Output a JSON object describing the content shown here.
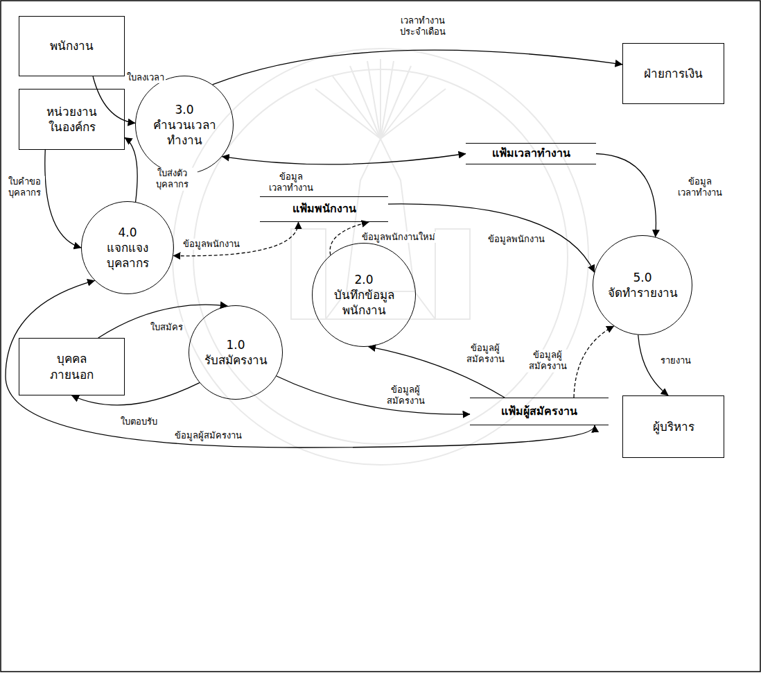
{
  "diagram": {
    "nodes": [
      {
        "text": [
          "พนักงาน"
        ]
      },
      {
        "text": [
          "3.0",
          "คำนวนเวลา ทำงาน"
        ]
      },
      {
        "text": [
          "ฝ่ายการเงิน"
        ]
      },
      {
        "text": [
          "หน่วยงาน ในองค์กร"
        ]
      },
      {
        "text": [
          "แฟ้มเวลาทำงาน"
        ]
      },
      {
        "text": [
          "แฟ้มพนักงาน"
        ]
      },
      {
        "text": [
          "4.0",
          "แจกแจง บุคลากร"
        ]
      },
      {
        "text": [
          "2.0",
          "บันทึกข้อมูล พนักงาน"
        ]
      },
      {
        "text": [
          "5.0",
          "จัดทำรายงาน"
        ]
      },
      {
        "text": [
          "1.0",
          "รับสมัครงาน"
        ]
      },
      {
        "text": [
          "บุคคล ภายนอก"
        ]
      },
      {
        "text": [
          "แฟ้มผู้สมัครงาน"
        ]
      },
      {
        "text": [
          "ผู้บริหาร"
        ]
      }
    ],
    "edges": [
      {
        "from": 0,
        "to": 1,
        "label": "ใบลงเวลา",
        "arrow": "to"
      },
      {
        "from": 1,
        "to": 2,
        "label": "เวลาทำงาน ประจำเดือน",
        "arrow": "to"
      },
      {
        "from": 1,
        "to": 4,
        "label": "ข้อมูล เวลาทำงาน",
        "arrow": "both"
      },
      {
        "from": 4,
        "to": 8,
        "label": "ข้อมูล เวลาทำงาน",
        "arrow": "to"
      },
      {
        "from": 6,
        "to": 3,
        "label": "ใบส่งตัว บุคลากร",
        "arrow": "to"
      },
      {
        "from": 3,
        "to": 6,
        "label": "ใบคำขอ บุคลากร",
        "arrow": "to"
      },
      {
        "from": 5,
        "to": 6,
        "label": "ข้อมูลพนักงาน",
        "arrow": "both"
      },
      {
        "from": 7,
        "to": 5,
        "label": "ข้อมูลพนักงานใหม่",
        "arrow": "to"
      },
      {
        "from": 5,
        "to": 8,
        "label": "ข้อมูลพนักงาน",
        "arrow": "to"
      },
      {
        "from": 8,
        "to": 12,
        "label": "รายงาน",
        "arrow": "to"
      },
      {
        "from": 10,
        "to": 9,
        "label": "ใบสมัคร",
        "arrow": "to"
      },
      {
        "from": 9,
        "to": 10,
        "label": "ใบตอบรับ",
        "arrow": "to"
      },
      {
        "from": 9,
        "to": 11,
        "label": "ข้อมูลผู้ สมัครงาน",
        "arrow": "to"
      },
      {
        "from": 11,
        "to": 7,
        "label": "ข้อมูลผู้ สมัครงาน",
        "arrow": "to"
      },
      {
        "from": 11,
        "to": 8,
        "label": "ข้อมูลผู้ สมัครงาน",
        "arrow": "to"
      },
      {
        "from": 6,
        "to": 11,
        "label": "ข้อมูลผู้สมัครงาน",
        "arrow": "both"
      }
    ]
  }
}
